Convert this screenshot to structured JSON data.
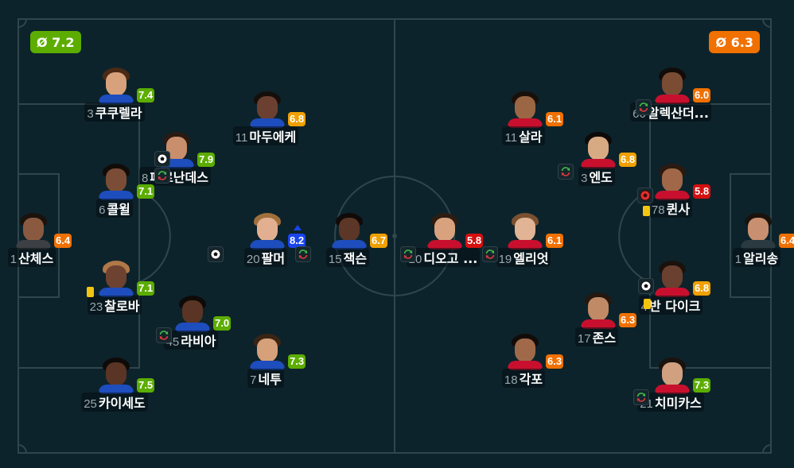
{
  "colors": {
    "green": "#5cad00",
    "orange": "#f07000",
    "amber": "#f0a000",
    "red": "#d41010",
    "blue": "#1a44f0",
    "pitch_background": "#0d232b",
    "pitch_lines": "#30454c"
  },
  "home": {
    "avg_rating": "Ø 7.2",
    "avg_color": "#5cad00",
    "players": [
      {
        "number": "3",
        "name": "쿠쿠렐라",
        "rating": "7.4",
        "rating_color": "#5cad00",
        "shirt_color": "#1e4dbd",
        "hair_color": "#4a2a14",
        "skin_color": "#d7a17c",
        "icons": []
      },
      {
        "number": "11",
        "name": "마두에케",
        "rating": "6.8",
        "rating_color": "#f0a000",
        "shirt_color": "#1e4dbd",
        "hair_color": "#150f0c",
        "skin_color": "#6b4030",
        "icons": []
      },
      {
        "number": "8",
        "name": "페르난데스",
        "rating": "7.9",
        "rating_color": "#5cad00",
        "shirt_color": "#1e4dbd",
        "hair_color": "#2a1a12",
        "skin_color": "#c98e6c",
        "icons": [
          "ball-icon",
          "substitution-icon"
        ]
      },
      {
        "number": "6",
        "name": "콜윌",
        "rating": "7.1",
        "rating_color": "#5cad00",
        "shirt_color": "#1e4dbd",
        "hair_color": "#120c08",
        "skin_color": "#7b4d36",
        "icons": []
      },
      {
        "number": "1",
        "name": "산체스",
        "rating": "6.4",
        "rating_color": "#f07000",
        "shirt_color": "#3c3f44",
        "hair_color": "#1a120c",
        "skin_color": "#8a5a40",
        "icons": []
      },
      {
        "number": "20",
        "name": "팔머",
        "rating": "8.2",
        "rating_color": "#1a44f0",
        "shirt_color": "#1e4dbd",
        "hair_color": "#a0703c",
        "skin_color": "#e2b090",
        "icons": [
          "ball-icon"
        ],
        "star": true
      },
      {
        "number": "15",
        "name": "잭슨",
        "rating": "6.7",
        "rating_color": "#f0a000",
        "shirt_color": "#1e4dbd",
        "hair_color": "#100a08",
        "skin_color": "#5c3626",
        "icons": [
          "substitution-icon"
        ]
      },
      {
        "number": "23",
        "name": "찰로바",
        "rating": "7.1",
        "rating_color": "#5cad00",
        "shirt_color": "#1e4dbd",
        "hair_color": "#b07848",
        "skin_color": "#6e4230",
        "icons": [
          "yellow-card-icon"
        ]
      },
      {
        "number": "45",
        "name": "라비아",
        "rating": "7.0",
        "rating_color": "#5cad00",
        "shirt_color": "#1e4dbd",
        "hair_color": "#0e0a08",
        "skin_color": "#5a3424",
        "icons": [
          "substitution-icon"
        ]
      },
      {
        "number": "7",
        "name": "네투",
        "rating": "7.3",
        "rating_color": "#5cad00",
        "shirt_color": "#1e4dbd",
        "hair_color": "#3a2414",
        "skin_color": "#d5a07a",
        "icons": []
      },
      {
        "number": "25",
        "name": "카이세도",
        "rating": "7.5",
        "rating_color": "#5cad00",
        "shirt_color": "#1e4dbd",
        "hair_color": "#0e0a08",
        "skin_color": "#5a3424",
        "icons": []
      }
    ]
  },
  "away": {
    "avg_rating": "Ø 6.3",
    "avg_color": "#f07000",
    "players": [
      {
        "number": "11",
        "name": "살라",
        "rating": "6.1",
        "rating_color": "#f07000",
        "shirt_color": "#c8102e",
        "hair_color": "#1a100a",
        "skin_color": "#9a6644",
        "icons": []
      },
      {
        "number": "66",
        "name": "알렉산더...",
        "rating": "6.0",
        "rating_color": "#f07000",
        "shirt_color": "#c8102e",
        "hair_color": "#120c08",
        "skin_color": "#7a4c34",
        "icons": [
          "substitution-icon"
        ]
      },
      {
        "number": "3",
        "name": "엔도",
        "rating": "6.8",
        "rating_color": "#f0a000",
        "shirt_color": "#c8102e",
        "hair_color": "#0e0a08",
        "skin_color": "#d8aa84",
        "icons": [
          "substitution-icon"
        ]
      },
      {
        "number": "78",
        "name": "퀸사",
        "rating": "5.8",
        "rating_color": "#d41010",
        "shirt_color": "#c8102e",
        "hair_color": "#2a1a10",
        "skin_color": "#a06848",
        "icons": [
          "own-goal-icon",
          "yellow-card-icon"
        ]
      },
      {
        "number": "20",
        "name": "디오고 ...",
        "rating": "5.8",
        "rating_color": "#d41010",
        "shirt_color": "#c8102e",
        "hair_color": "#2c1c12",
        "skin_color": "#d8a27e",
        "icons": [
          "substitution-icon"
        ]
      },
      {
        "number": "19",
        "name": "엘리엇",
        "rating": "6.1",
        "rating_color": "#f07000",
        "shirt_color": "#c8102e",
        "hair_color": "#7a5030",
        "skin_color": "#e0b494",
        "icons": [
          "substitution-icon"
        ]
      },
      {
        "number": "1",
        "name": "알리송",
        "rating": "6.4",
        "rating_color": "#f07000",
        "shirt_color": "#2b3a40",
        "hair_color": "#1a120c",
        "skin_color": "#c89070",
        "icons": []
      },
      {
        "number": "4",
        "name": "반 다이크",
        "rating": "6.8",
        "rating_color": "#f0a000",
        "shirt_color": "#c8102e",
        "hair_color": "#1a120c",
        "skin_color": "#6a4030",
        "icons": [
          "ball-icon",
          "yellow-card-icon"
        ]
      },
      {
        "number": "17",
        "name": "존스",
        "rating": "6.3",
        "rating_color": "#f07000",
        "shirt_color": "#c8102e",
        "hair_color": "#241810",
        "skin_color": "#c08a66",
        "icons": []
      },
      {
        "number": "18",
        "name": "각포",
        "rating": "6.3",
        "rating_color": "#f07000",
        "shirt_color": "#c8102e",
        "hair_color": "#120c08",
        "skin_color": "#a06a4a",
        "icons": []
      },
      {
        "number": "21",
        "name": "치미카스",
        "rating": "7.3",
        "rating_color": "#5cad00",
        "shirt_color": "#c8102e",
        "hair_color": "#1a120c",
        "skin_color": "#d0a080",
        "icons": [
          "substitution-icon"
        ]
      }
    ]
  }
}
